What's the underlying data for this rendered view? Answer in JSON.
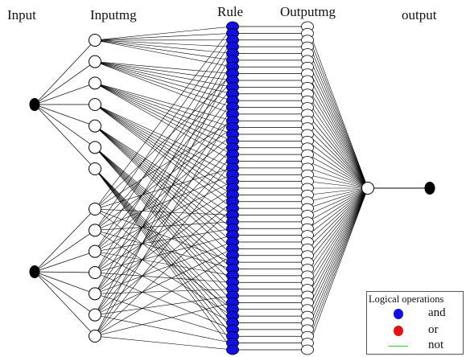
{
  "labels": {
    "input": "Input",
    "inputmg": "Inputmg",
    "rule": "Rule",
    "outputmg": "Outputmg",
    "output": "output"
  },
  "network": {
    "input_nodes": 2,
    "inputmg_nodes_per_input": 7,
    "rule_nodes": 49,
    "outputmg_nodes": 49,
    "output_nodes": 1
  },
  "legend": {
    "title": "Logical operations",
    "items": [
      {
        "label": "and",
        "color": "#1010e6",
        "kind": "dot"
      },
      {
        "label": "or",
        "color": "#e61010",
        "kind": "dot"
      },
      {
        "label": "not",
        "color": "#22cc22",
        "kind": "line"
      }
    ]
  },
  "colors": {
    "node_stroke": "#000000",
    "node_fill": "#ffffff",
    "input_fill": "#000000",
    "rule_fill": "#1010e6",
    "edge": "#000000"
  }
}
